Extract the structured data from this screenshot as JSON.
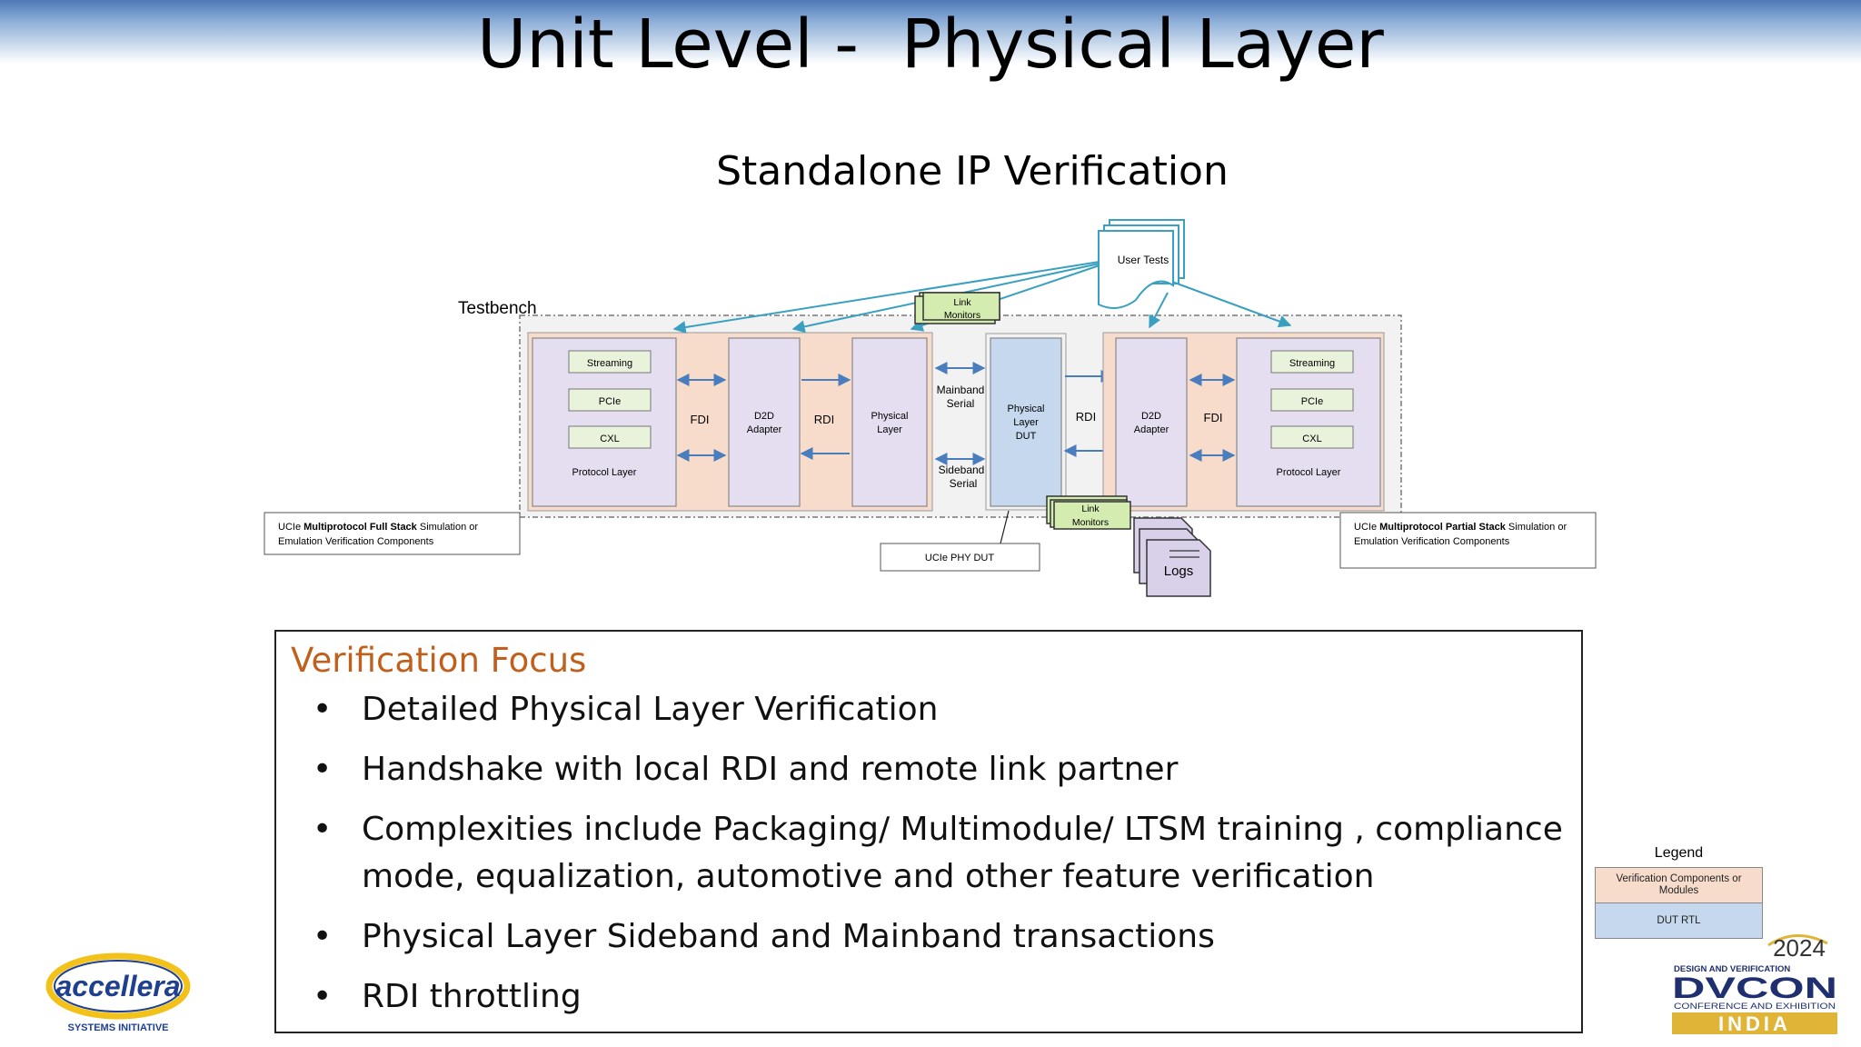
{
  "slide": {
    "title": "Unit Level -  Physical Layer",
    "subtitle": "Standalone IP Verification"
  },
  "diagram": {
    "testbench_label": "Testbench",
    "user_tests": "User Tests",
    "link_monitors_top": [
      "Link",
      "Monitors"
    ],
    "link_monitors_bottom": [
      "Link",
      "Monitors"
    ],
    "logs": "Logs",
    "left_protocol": {
      "streaming": "Streaming",
      "pcie": "PCIe",
      "cxl": "CXL",
      "label": "Protocol Layer"
    },
    "right_protocol": {
      "streaming": "Streaming",
      "pcie": "PCIe",
      "cxl": "CXL",
      "label": "Protocol Layer"
    },
    "fdi": "FDI",
    "rdi": "RDI",
    "d2d": [
      "D2D",
      "Adapter"
    ],
    "physical_layer": [
      "Physical",
      "Layer"
    ],
    "physical_layer_dut": [
      "Physical",
      "Layer",
      "DUT"
    ],
    "mainband": [
      "Mainband",
      "Serial"
    ],
    "sideband": [
      "Sideband",
      "Serial"
    ],
    "phy_dut_label": "UCIe PHY DUT",
    "full_stack_note": {
      "pre": "UCIe ",
      "bold": "Multiprotocol Full Stack",
      "post": " Simulation or",
      "line2": "Emulation Verification Components"
    },
    "partial_stack_note": {
      "pre": "UCIe ",
      "bold": "Multiprotocol Partial Stack",
      "post": " Simulation or",
      "line2": "Emulation Verification Components"
    }
  },
  "focus": {
    "title": "Verification Focus",
    "bullet": "•",
    "items": [
      "Detailed Physical Layer Verification",
      "Handshake with local RDI and remote link partner",
      "Complexities include Packaging/ Multimodule/ LTSM training , compliance mode, equalization, automotive and other feature verification",
      "Physical Layer Sideband and Mainband transactions",
      "RDI throttling"
    ]
  },
  "legend": {
    "title": "Legend",
    "items": [
      "Verification Components or Modules",
      "DUT RTL"
    ]
  },
  "logos": {
    "accellera": "accellera",
    "accellera_sub": "SYSTEMS INITIATIVE",
    "dvcon_year": "2024",
    "dvcon_top": "DESIGN AND VERIFICATION",
    "dvcon_name": "DVCON",
    "dvcon_sub": "CONFERENCE AND EXHIBITION",
    "dvcon_region": "INDIA"
  },
  "colors": {
    "accent_orange": "#c0601c",
    "vc_fill": "#f7dccb",
    "dut_fill": "#c5d8ee",
    "block_fill": "#e4def0",
    "green": "#d5ecb0",
    "arrow_blue": "#4a7dbd",
    "test_arrow": "#3aa0c0"
  }
}
